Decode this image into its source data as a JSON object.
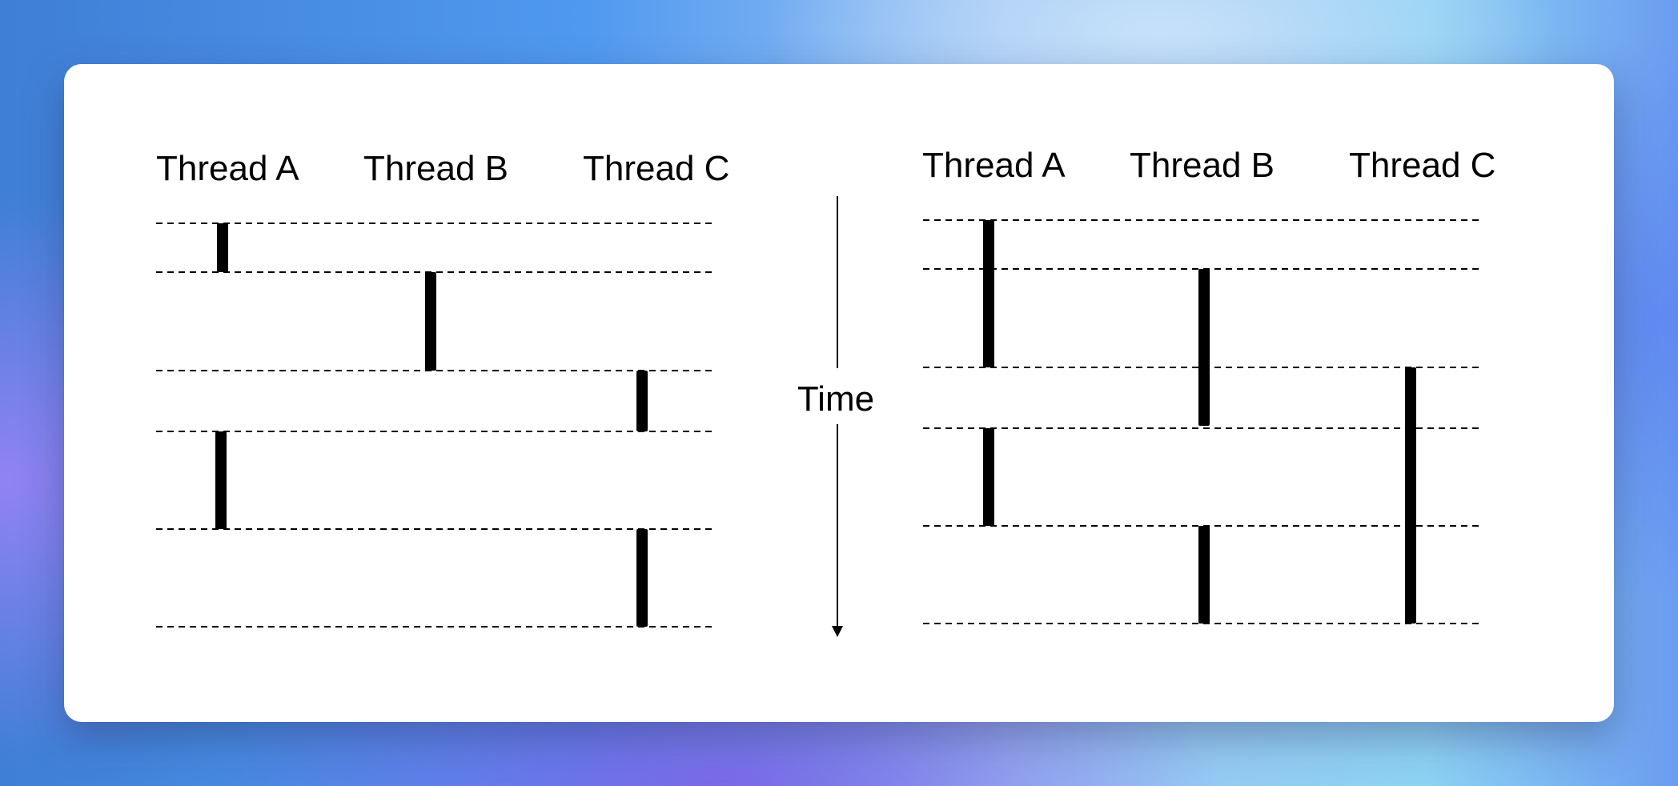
{
  "panels": [
    {
      "headers": [
        "Thread A",
        "Thread B",
        "Thread C"
      ]
    },
    {
      "headers": [
        "Thread A",
        "Thread B",
        "Thread C"
      ]
    }
  ],
  "time_axis": {
    "label": "Time"
  }
}
